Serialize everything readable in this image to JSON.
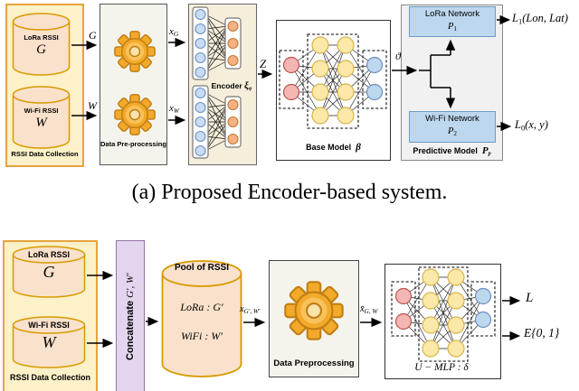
{
  "caption_a": "(a) Proposed Encoder-based system.",
  "colors": {
    "collection_fill": "#FCF1C8",
    "collection_border": "#E7A33C",
    "cylinder_fill": "#FAE1CC",
    "cylinder_border": "#D79B00",
    "preproc_fill": "#F5F4EC",
    "encoder_fill": "#F5EEDB",
    "predictive_fill": "#F1F1F1",
    "network_box_fill": "#BDD7EE",
    "concat_fill": "#E3D5EE",
    "concat_border": "#9673A6",
    "node_blue": "#C9DCF4",
    "node_orange": "#F4B183",
    "node_red": "#F4B6B3",
    "node_yellow": "#FCE8A8",
    "gear_gold": "#F3A929"
  },
  "diagram_a": {
    "collection": {
      "title": "RSSI Data Collection",
      "db1": "LoRa RSSI",
      "db1_sym": "G",
      "db2": "Wi-Fi RSSI",
      "db2_sym": "W"
    },
    "preprocessing": {
      "label": "Data Pre-processing"
    },
    "encoder": {
      "word": "Encoder",
      "sym": "ξ",
      "sub": "φ"
    },
    "base": {
      "word": "Base Model",
      "sym": "β"
    },
    "predictive": {
      "word": "Predictive Model",
      "sym": "P",
      "sub": "p",
      "lora_line": "LoRa Network",
      "lora_sym": "P",
      "lora_sub": "1",
      "wifi_line": "Wi-Fi Network",
      "wifi_sym": "P",
      "wifi_sub": "2"
    },
    "arrows": {
      "g": "G",
      "w": "W",
      "x1": "x",
      "x1sub": "G",
      "x2": "x",
      "x2sub": "W",
      "z": "Z",
      "theta": "ϑ"
    },
    "out1": {
      "main": "L",
      "sub": "1",
      "rest": "(Lon, Lat)"
    },
    "out2": {
      "main": "L",
      "sub": "0",
      "rest": "(x, y)"
    }
  },
  "diagram_b": {
    "collection": {
      "title": "RSSI Data Collection",
      "db1": "LoRa RSSI",
      "db1_sym": "G",
      "db2": "Wi-Fi RSSI",
      "db2_sym": "W"
    },
    "concat": {
      "word": "Concatenate",
      "sym": "G′, W′"
    },
    "pool": {
      "title": "Pool of RSSI",
      "line1": "LoRa : G′",
      "line2": "WiFi : W′"
    },
    "preprocessing": {
      "label": "Data Preprocessing"
    },
    "umlp": {
      "label": "U − MLP : δ"
    },
    "arrows": {
      "x1": "x",
      "x1sub": "G′, W′",
      "x2": "x̄",
      "x2sub": "G, W"
    },
    "out1": "L",
    "out2": "E{0, 1}"
  }
}
